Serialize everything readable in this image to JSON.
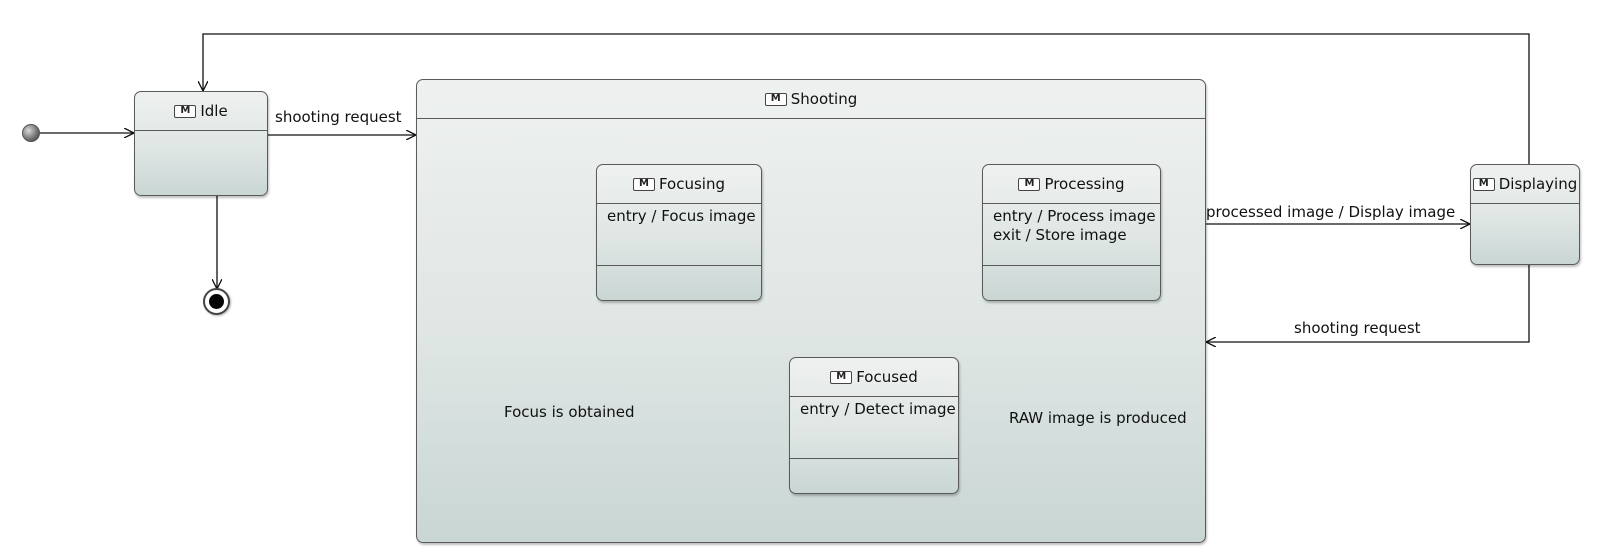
{
  "states": {
    "idle": {
      "name": "Idle"
    },
    "shooting": {
      "name": "Shooting"
    },
    "focusing": {
      "name": "Focusing",
      "entry": "entry / Focus image"
    },
    "processing": {
      "name": "Processing",
      "entry": "entry / Process image",
      "exit": "exit / Store image"
    },
    "focused": {
      "name": "Focused",
      "entry": "entry / Detect image"
    },
    "displaying": {
      "name": "Displaying"
    }
  },
  "transitions": {
    "idle_to_shooting": "shooting request",
    "processing_to_displaying": "processed image / Display image",
    "displaying_to_shooting": "shooting request",
    "focusing_to_focused": "Focus is obtained",
    "focused_to_processing": "RAW image is produced"
  },
  "colors": {
    "state_fill_top": "#eef1f0",
    "state_fill_bottom": "#c9d6d4",
    "border": "#5a5a5a",
    "line": "#111111"
  }
}
